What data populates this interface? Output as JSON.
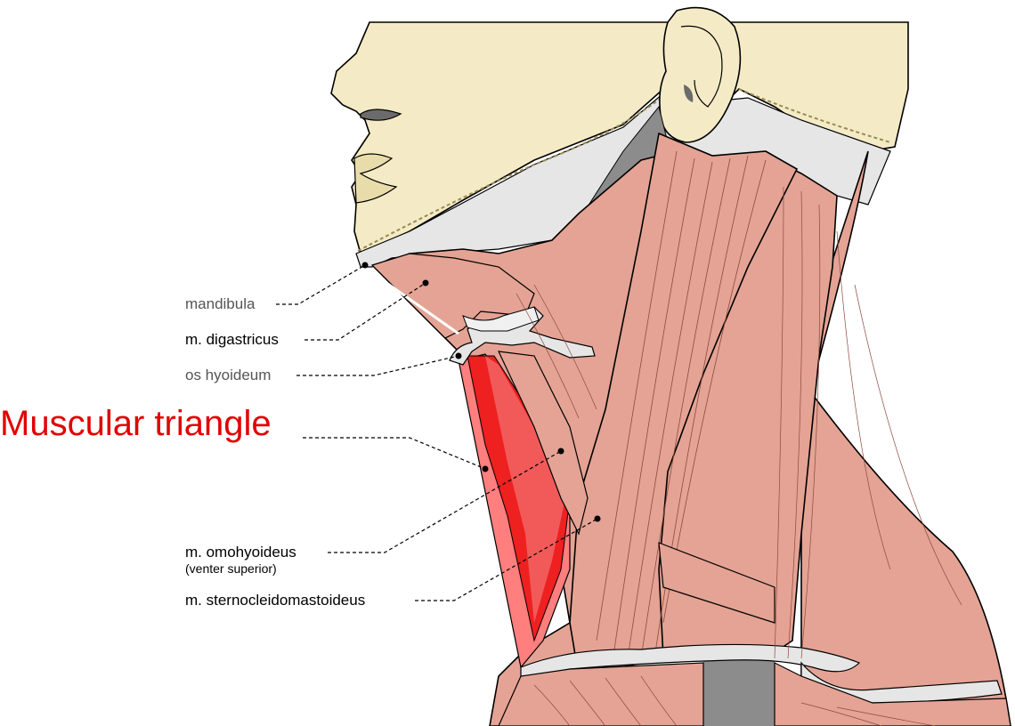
{
  "title": "Muscular triangle",
  "labels": {
    "mandibula": "mandibula",
    "digastricus": "m. digastricus",
    "hyoideum": "os hyoideum",
    "omohyoideus": "m. omohyoideus",
    "omohyoideus_sub": "(venter superior)",
    "sternocleidomastoideus": "m. sternocleidomastoideus"
  },
  "colors": {
    "highlight": "#ee2020",
    "title": "#e20000",
    "muscle": "#e4a394",
    "bone": "#f4ebc6",
    "cartilage": "#e6e6e6"
  }
}
